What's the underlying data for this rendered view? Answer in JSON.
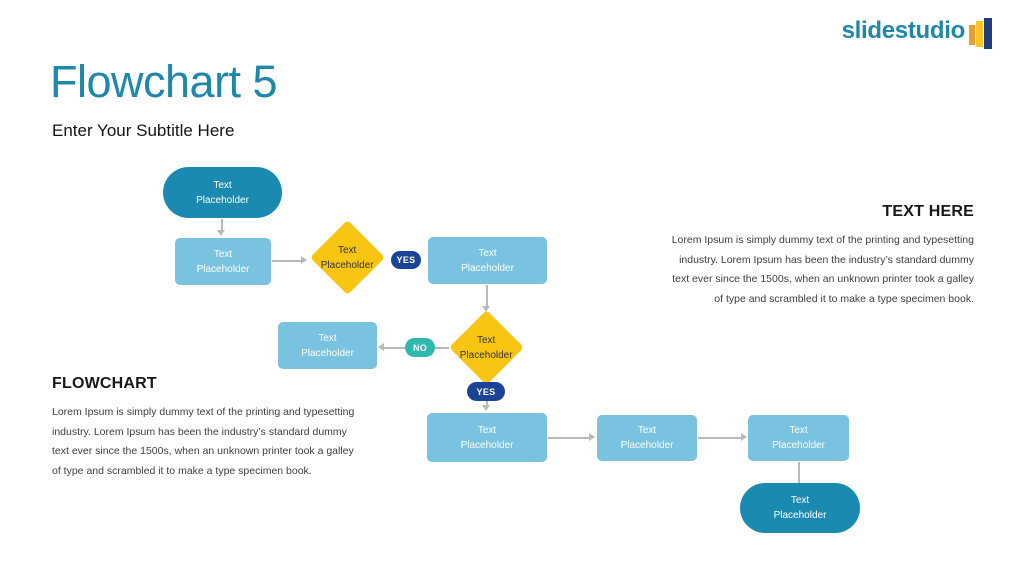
{
  "slide": {
    "title": "Flowchart 5",
    "subtitle": "Enter Your Subtitle Here"
  },
  "logo": {
    "text": "slidestudio"
  },
  "left_block": {
    "heading": "FLOWCHART",
    "body": "Lorem Ipsum is simply dummy text of the printing and typesetting\nindustry. Lorem Ipsum has been the industry’s standard dummy\ntext ever since the 1500s, when an unknown printer took a galley\nof type and scrambled it to make a type specimen book."
  },
  "right_block": {
    "heading": "TEXT HERE",
    "body": "Lorem Ipsum is simply dummy text of the printing and typesetting\nindustry. Lorem Ipsum has been the industry’s standard dummy\ntext ever since the 1500s, when an unknown printer took a galley\nof type and scrambled it to make a type specimen book."
  },
  "flowchart": {
    "nodes": {
      "start": "Text\nPlaceholder",
      "process1": "Text\nPlaceholder",
      "decision1": "Text\nPlaceholder",
      "process2": "Text\nPlaceholder",
      "process3": "Text\nPlaceholder",
      "decision2": "Text\nPlaceholder",
      "process4": "Text\nPlaceholder",
      "process5": "Text\nPlaceholder",
      "process6": "Text\nPlaceholder",
      "end": "Text\nPlaceholder"
    },
    "badges": {
      "yes1": "YES",
      "no": "NO",
      "yes2": "YES"
    }
  },
  "colors": {
    "accent_teal": "#1e87aa",
    "node_dark_teal": "#1a8ab0",
    "node_light_blue": "#79c3e0",
    "decision_yellow": "#f9c513",
    "badge_navy": "#1c4496",
    "badge_teal": "#2fb8ae",
    "connector_gray": "#b9b9b9",
    "logo_orange": "#f29b2d",
    "logo_yellow": "#ffc425",
    "logo_navy": "#223e7c"
  }
}
